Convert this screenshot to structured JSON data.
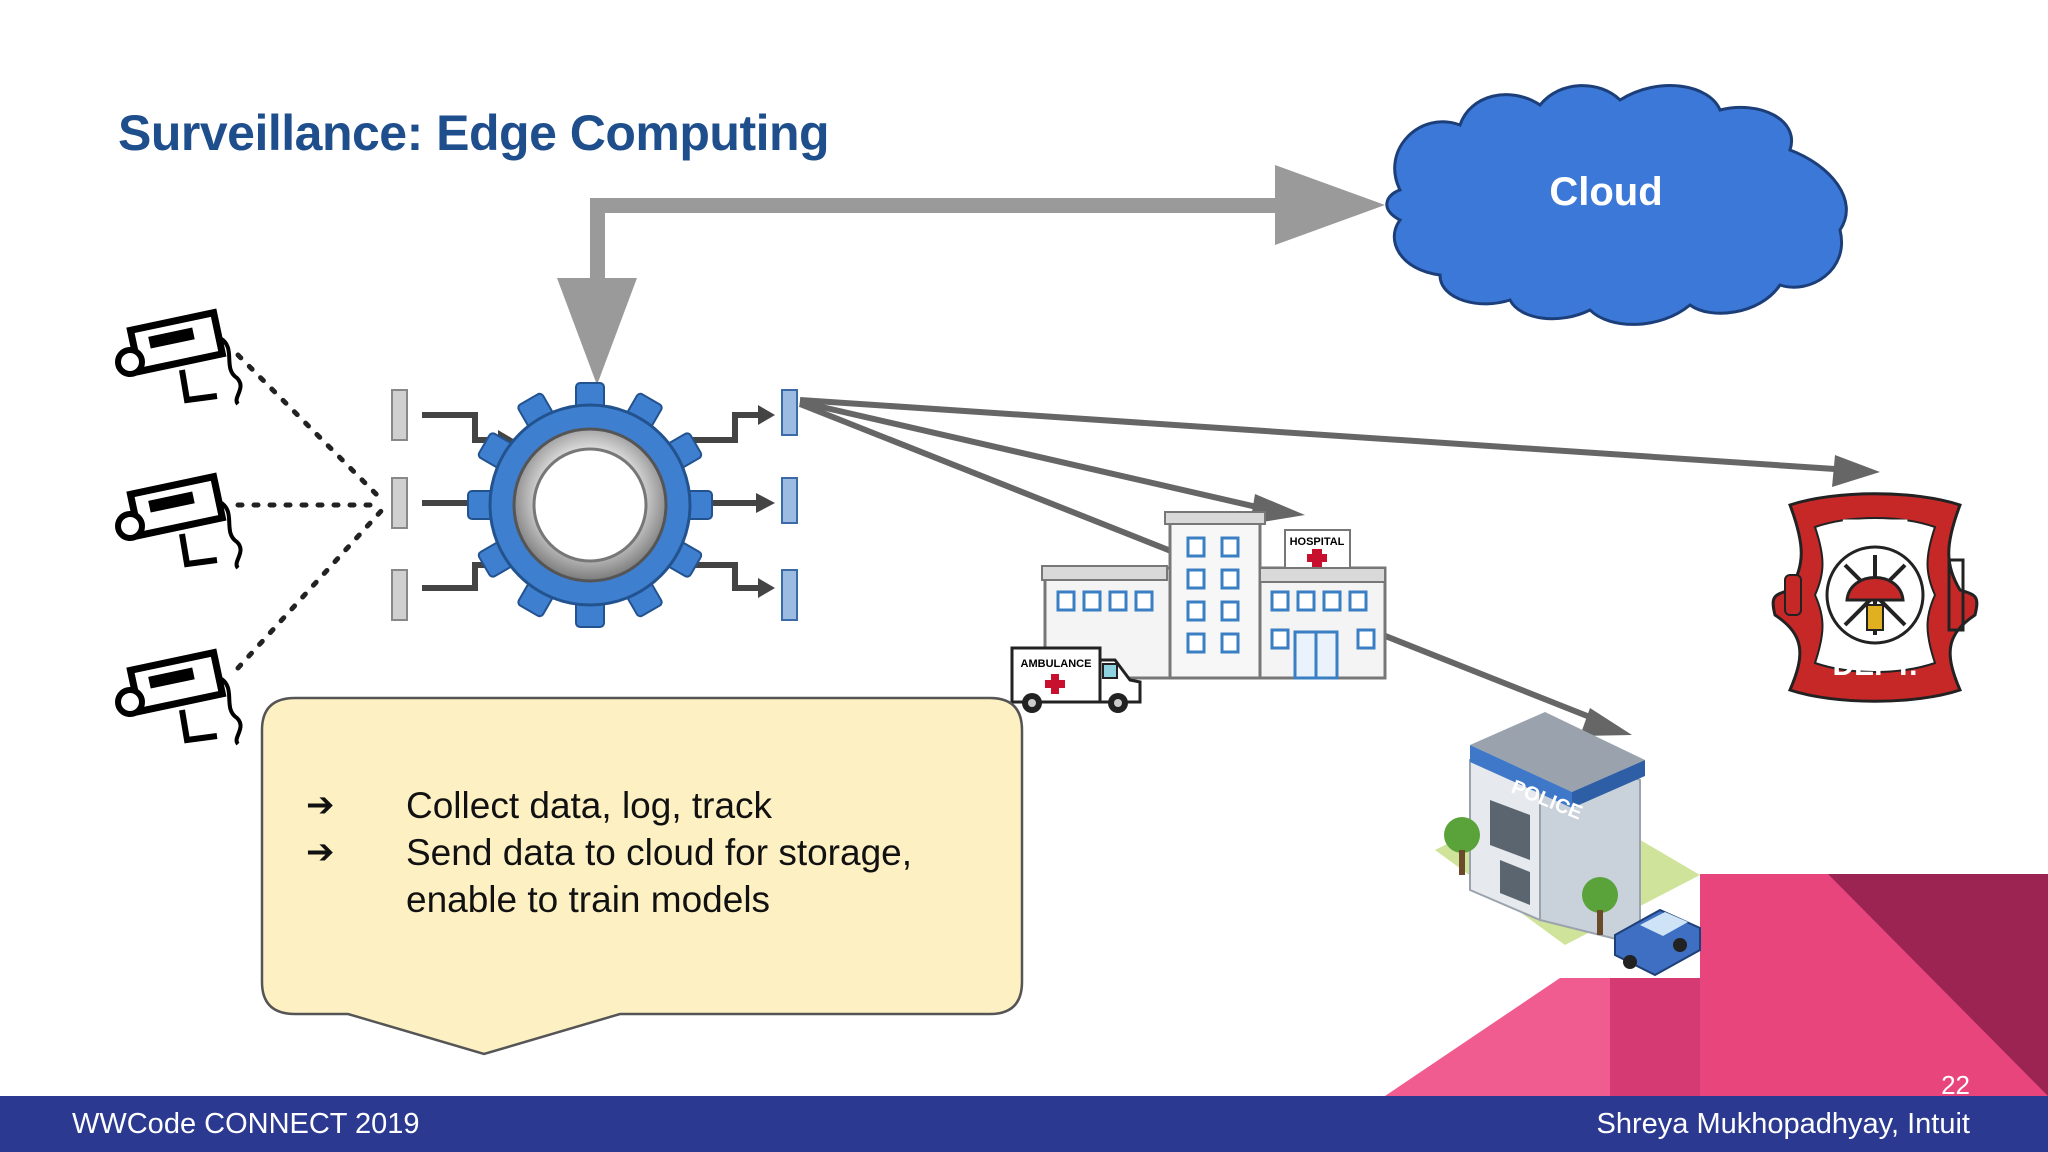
{
  "slide": {
    "title": "Surveillance: Edge Computing",
    "page_number": "22"
  },
  "cloud": {
    "label": "Cloud"
  },
  "callout": {
    "bullets": [
      {
        "marker": "➔",
        "text": "Collect data, log, track"
      },
      {
        "marker": "➔",
        "text": "Send data to cloud for storage, enable to train models"
      }
    ]
  },
  "destinations": {
    "hospital_sign": "HOSPITAL",
    "ambulance_text": "AMBULANCE",
    "police_sign": "POLICE",
    "fire_top": "FIRE",
    "fire_bottom": "DEPT."
  },
  "footer": {
    "left": "WWCode CONNECT 2019",
    "right": "Shreya Mukhopadhyay, Intuit"
  },
  "colors": {
    "title": "#1f4e8c",
    "cloud": "#3b78d8",
    "callout_fill": "#fdf1c4",
    "connector_gray": "#9a9a9a",
    "footer": "#2b3990",
    "accent_pink": "#e8457c",
    "accent_dark": "#9c2452"
  }
}
